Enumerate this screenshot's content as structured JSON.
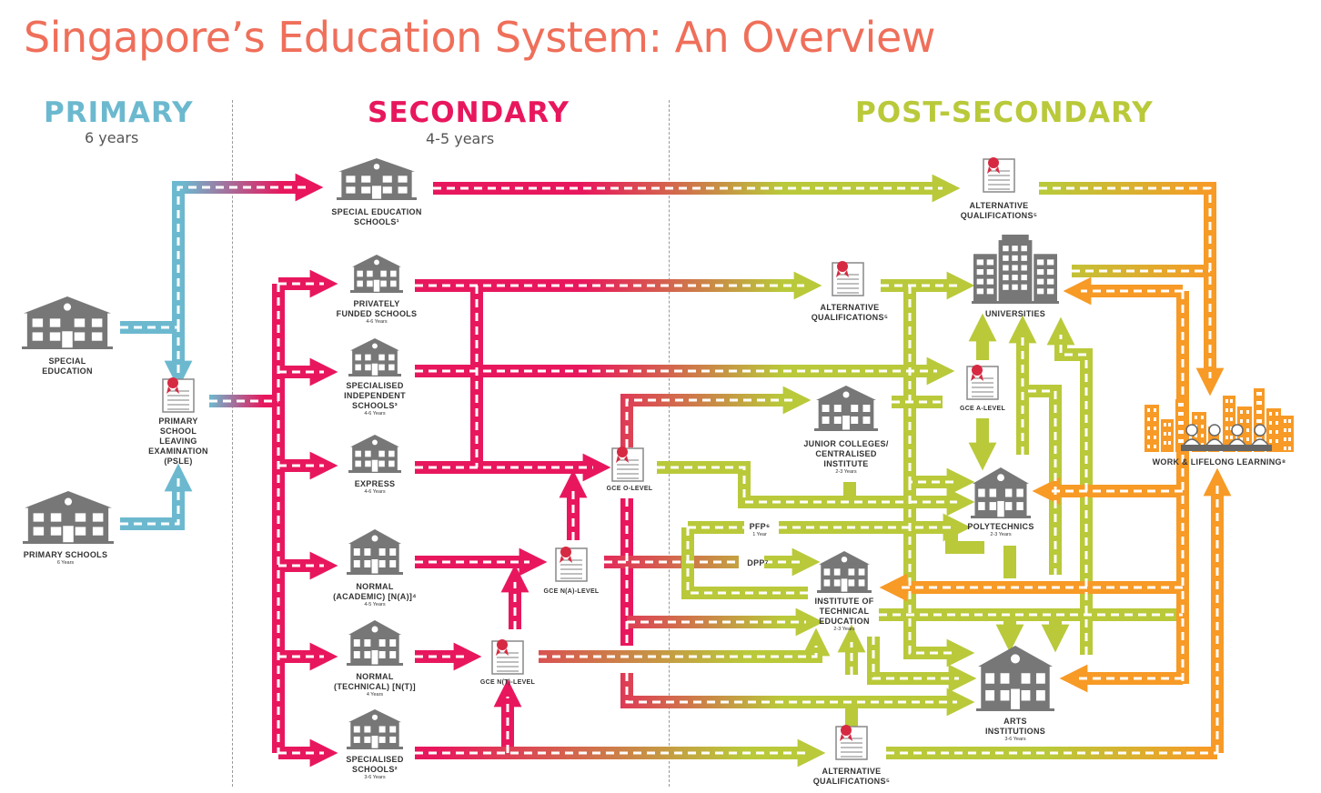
{
  "title": "Singapore’s Education System: An Overview",
  "colors": {
    "title": "#ef6f5a",
    "primary": "#6cb9cf",
    "secondary": "#e8175d",
    "post_secondary": "#b9c93a",
    "work": "#f79a26",
    "building": "#777777",
    "certificate_seal": "#d62a42"
  },
  "sections": {
    "primary": {
      "title": "PRIMARY",
      "duration": "6 years"
    },
    "secondary": {
      "title": "SECONDARY",
      "duration": "4-5 years"
    },
    "post_secondary": {
      "title": "POST-SECONDARY",
      "duration": ""
    }
  },
  "nodes": {
    "special_education": {
      "label": "SPECIAL\nEDUCATION",
      "sub": "",
      "icon": "school-building-icon"
    },
    "primary_schools": {
      "label": "PRIMARY SCHOOLS",
      "sub": "6 Years",
      "icon": "school-building-icon"
    },
    "psle": {
      "label": "PRIMARY\nSCHOOL\nLEAVING\nEXAMINATION\n(PSLE)",
      "sub": "",
      "icon": "certificate-icon"
    },
    "special_education_schools": {
      "label": "SPECIAL EDUCATION\nSCHOOLS¹",
      "sub": "",
      "icon": "school-building-icon"
    },
    "privately_funded_schools": {
      "label": "PRIVATELY\nFUNDED SCHOOLS",
      "sub": "4-6 Years",
      "icon": "school-building-icon"
    },
    "specialised_independent_schools": {
      "label": "SPECIALISED\nINDEPENDENT\nSCHOOLS³",
      "sub": "4-6 Years",
      "icon": "school-building-icon"
    },
    "express": {
      "label": "EXPRESS",
      "sub": "4-6 Years",
      "icon": "school-building-icon"
    },
    "normal_academic": {
      "label": "NORMAL\n(ACADEMIC) [N(A)]⁴",
      "sub": "4-5 Years",
      "icon": "school-building-icon"
    },
    "normal_technical": {
      "label": "NORMAL\n(TECHNICAL) [N(T)]",
      "sub": "4 Years",
      "icon": "school-building-icon"
    },
    "specialised_schools": {
      "label": "SPECIALISED\nSCHOOLS²",
      "sub": "3-6 Years",
      "icon": "school-building-icon"
    },
    "gce_o_level": {
      "label": "GCE O-LEVEL",
      "sub": "",
      "icon": "certificate-icon"
    },
    "gce_na_level": {
      "label": "GCE N(A)-LEVEL",
      "sub": "",
      "icon": "certificate-icon"
    },
    "gce_nt_level": {
      "label": "GCE N(T)-LEVEL",
      "sub": "",
      "icon": "certificate-icon"
    },
    "alt_qual_top": {
      "label": "ALTERNATIVE\nQUALIFICATIONS⁵",
      "sub": "",
      "icon": "certificate-icon"
    },
    "alt_qual_mid": {
      "label": "ALTERNATIVE\nQUALIFICATIONS⁵",
      "sub": "",
      "icon": "certificate-icon"
    },
    "alt_qual_bottom": {
      "label": "ALTERNATIVE\nQUALIFICATIONS⁵",
      "sub": "",
      "icon": "certificate-icon"
    },
    "universities": {
      "label": "UNIVERSITIES",
      "sub": "",
      "icon": "university-building-icon"
    },
    "gce_a_level": {
      "label": "GCE A-LEVEL",
      "sub": "",
      "icon": "certificate-icon"
    },
    "junior_colleges": {
      "label": "JUNIOR COLLEGES/\nCENTRALISED\nINSTITUTE",
      "sub": "2-3 Years",
      "icon": "school-building-icon"
    },
    "polytechnics": {
      "label": "POLYTECHNICS",
      "sub": "2-3 Years",
      "icon": "school-building-icon"
    },
    "pfp": {
      "label": "PFP⁶",
      "sub": "1 Year",
      "icon": ""
    },
    "dpp": {
      "label": "DPP⁷",
      "sub": "",
      "icon": ""
    },
    "ite": {
      "label": "INSTITUTE OF\nTECHNICAL\nEDUCATION",
      "sub": "2-3 Years",
      "icon": "school-building-icon"
    },
    "arts_institutions": {
      "label": "ARTS\nINSTITUTIONS",
      "sub": "3-6 Years",
      "icon": "school-building-icon"
    },
    "work": {
      "label": "WORK & LIFELONG LEARNING⁸",
      "sub": "",
      "icon": "city-people-icon"
    }
  }
}
